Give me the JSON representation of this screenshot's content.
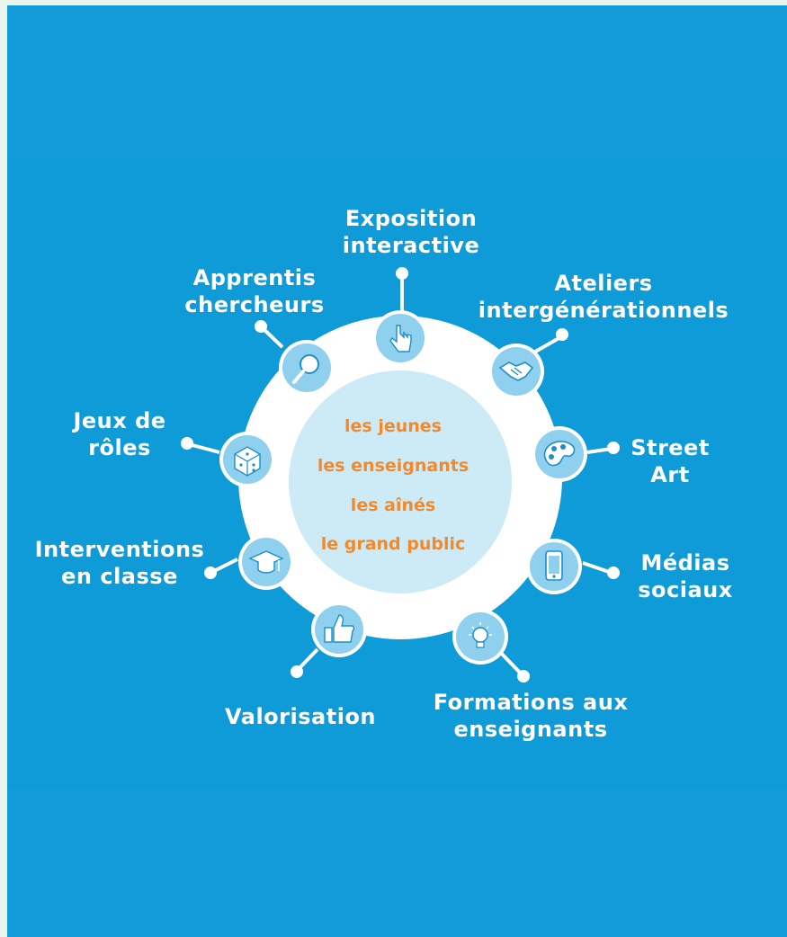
{
  "center": {
    "audiences": [
      "les jeunes",
      "les enseignants",
      "les aînés",
      "le grand public"
    ]
  },
  "activities": {
    "exposition": "Exposition\ninteractive",
    "ateliers": "Ateliers\nintergénérationnels",
    "street_art": "Street\nArt",
    "medias": "Médias\nsociaux",
    "formations": "Formations aux\nenseignants",
    "valorisation": "Valorisation",
    "interventions": "Interventions\nen classe",
    "jeux": "Jeux de\nrôles",
    "apprentis": "Apprentis\nchercheurs"
  },
  "icons": [
    "pointer-hand-icon",
    "handshake-icon",
    "palette-icon",
    "smartphone-icon",
    "lightbulb-icon",
    "thumbs-up-icon",
    "graduation-cap-icon",
    "dice-icon",
    "magnifier-icon"
  ],
  "colors": {
    "background": "#0f9ad8",
    "ring": "#ffffff",
    "inner_disc": "#cdeaf7",
    "audience_text": "#f28a2b",
    "icon_circle": "#8fd0ee"
  }
}
